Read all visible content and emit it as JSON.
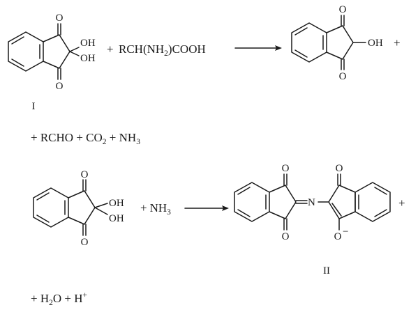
{
  "scheme": {
    "reaction1": {
      "reactant": {
        "o_top": "O",
        "o_bottom": "O",
        "oh_a": "OH",
        "oh_b": "OH",
        "numeral": "I"
      },
      "reagent": {
        "plus": "+",
        "p1": "RCH(NH",
        "sub": "2",
        "p2": ")COOH"
      },
      "product": {
        "o_top": "O",
        "o_bottom": "O",
        "oh": "OH"
      },
      "trailing_plus": "+",
      "byproducts": {
        "p1": "+ RCHO + CO",
        "sub": "2",
        "p2": " + NH",
        "sub2": "3"
      }
    },
    "reaction2": {
      "reactant": {
        "o_top": "O",
        "o_bottom": "O",
        "oh_a": "OH",
        "oh_b": "OH"
      },
      "reagent": {
        "plus": "+",
        "p1": "NH",
        "sub": "3"
      },
      "product": {
        "o_top_left": "O",
        "o_bottom_left": "O",
        "n": "N",
        "o_top_right": "O",
        "o_bottom_right": "O",
        "charge": "−",
        "numeral": "II"
      },
      "trailing_plus": "+",
      "byproducts": {
        "p1": "+ H",
        "sub": "2",
        "p2": "O + H",
        "sup": "+"
      }
    }
  }
}
